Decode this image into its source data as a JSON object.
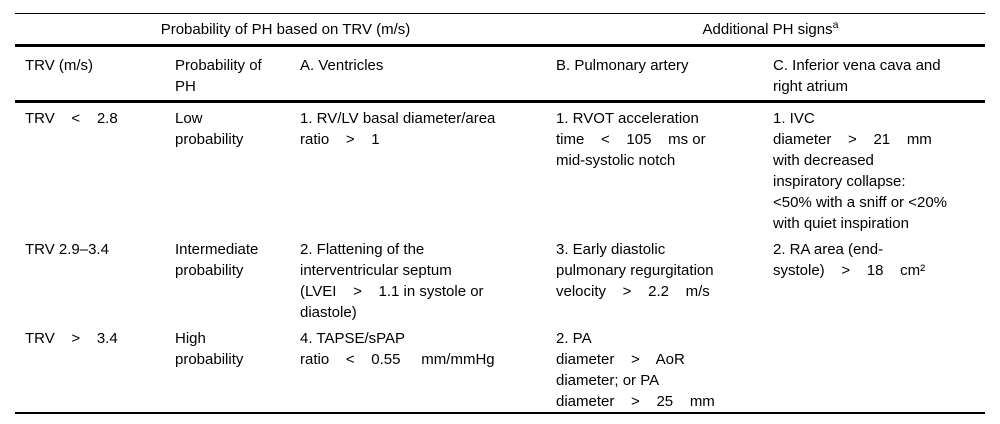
{
  "table": {
    "group_headers": [
      {
        "text": "Probability of PH based on TRV (m/s)",
        "sup": ""
      },
      {
        "text": "Additional PH signs",
        "sup": "a"
      }
    ],
    "columns": [
      "TRV (m/s)",
      "Probability of\nPH",
      "A. Ventricles",
      "B. Pulmonary artery",
      "C. Inferior vena cava and\nright atrium"
    ],
    "rows": [
      {
        "cells": [
          "TRV    <    2.8",
          "Low\nprobability",
          "1. RV/LV basal diameter/area\nratio    >    1",
          "1. RVOT acceleration\ntime    <    105    ms or\nmid-systolic notch",
          "1. IVC\ndiameter    >    21    mm\nwith decreased\ninspiratory collapse:\n<50% with a sniff or <20%\nwith quiet inspiration"
        ]
      },
      {
        "cells": [
          "TRV 2.9–3.4",
          "Intermediate\nprobability",
          "2. Flattening of the\ninterventricular septum\n(LVEI    >    1.1 in systole or\ndiastole)",
          "3. Early diastolic\npulmonary regurgitation\nvelocity    >    2.2    m/s",
          "2. RA area (end-\nsystole)    >    18    cm²"
        ]
      },
      {
        "cells": [
          "TRV    >    3.4",
          "High\nprobability",
          "4. TAPSE/sPAP\nratio    <    0.55     mm/mmHg",
          "2. PA\ndiameter    >    AoR\ndiameter; or PA\ndiameter    >    25    mm",
          ""
        ]
      }
    ]
  }
}
